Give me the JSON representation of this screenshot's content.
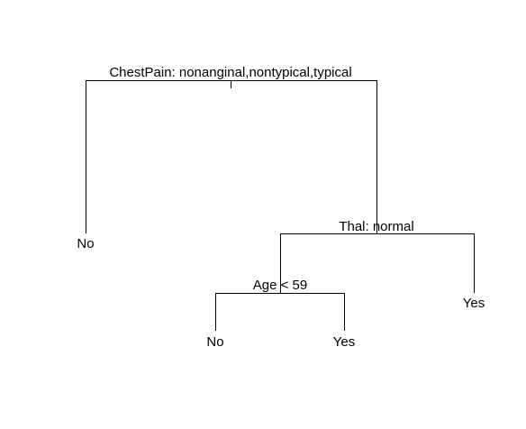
{
  "tree": {
    "splits": {
      "root": "ChestPain: nonanginal,nontypical,typical",
      "thal": "Thal: normal",
      "age": "Age < 59"
    },
    "leaves": {
      "root_left": "No",
      "age_left": "No",
      "age_right": "Yes",
      "thal_right": "Yes"
    }
  },
  "colors": {
    "background": "#ffffff",
    "ink": "#000000"
  }
}
